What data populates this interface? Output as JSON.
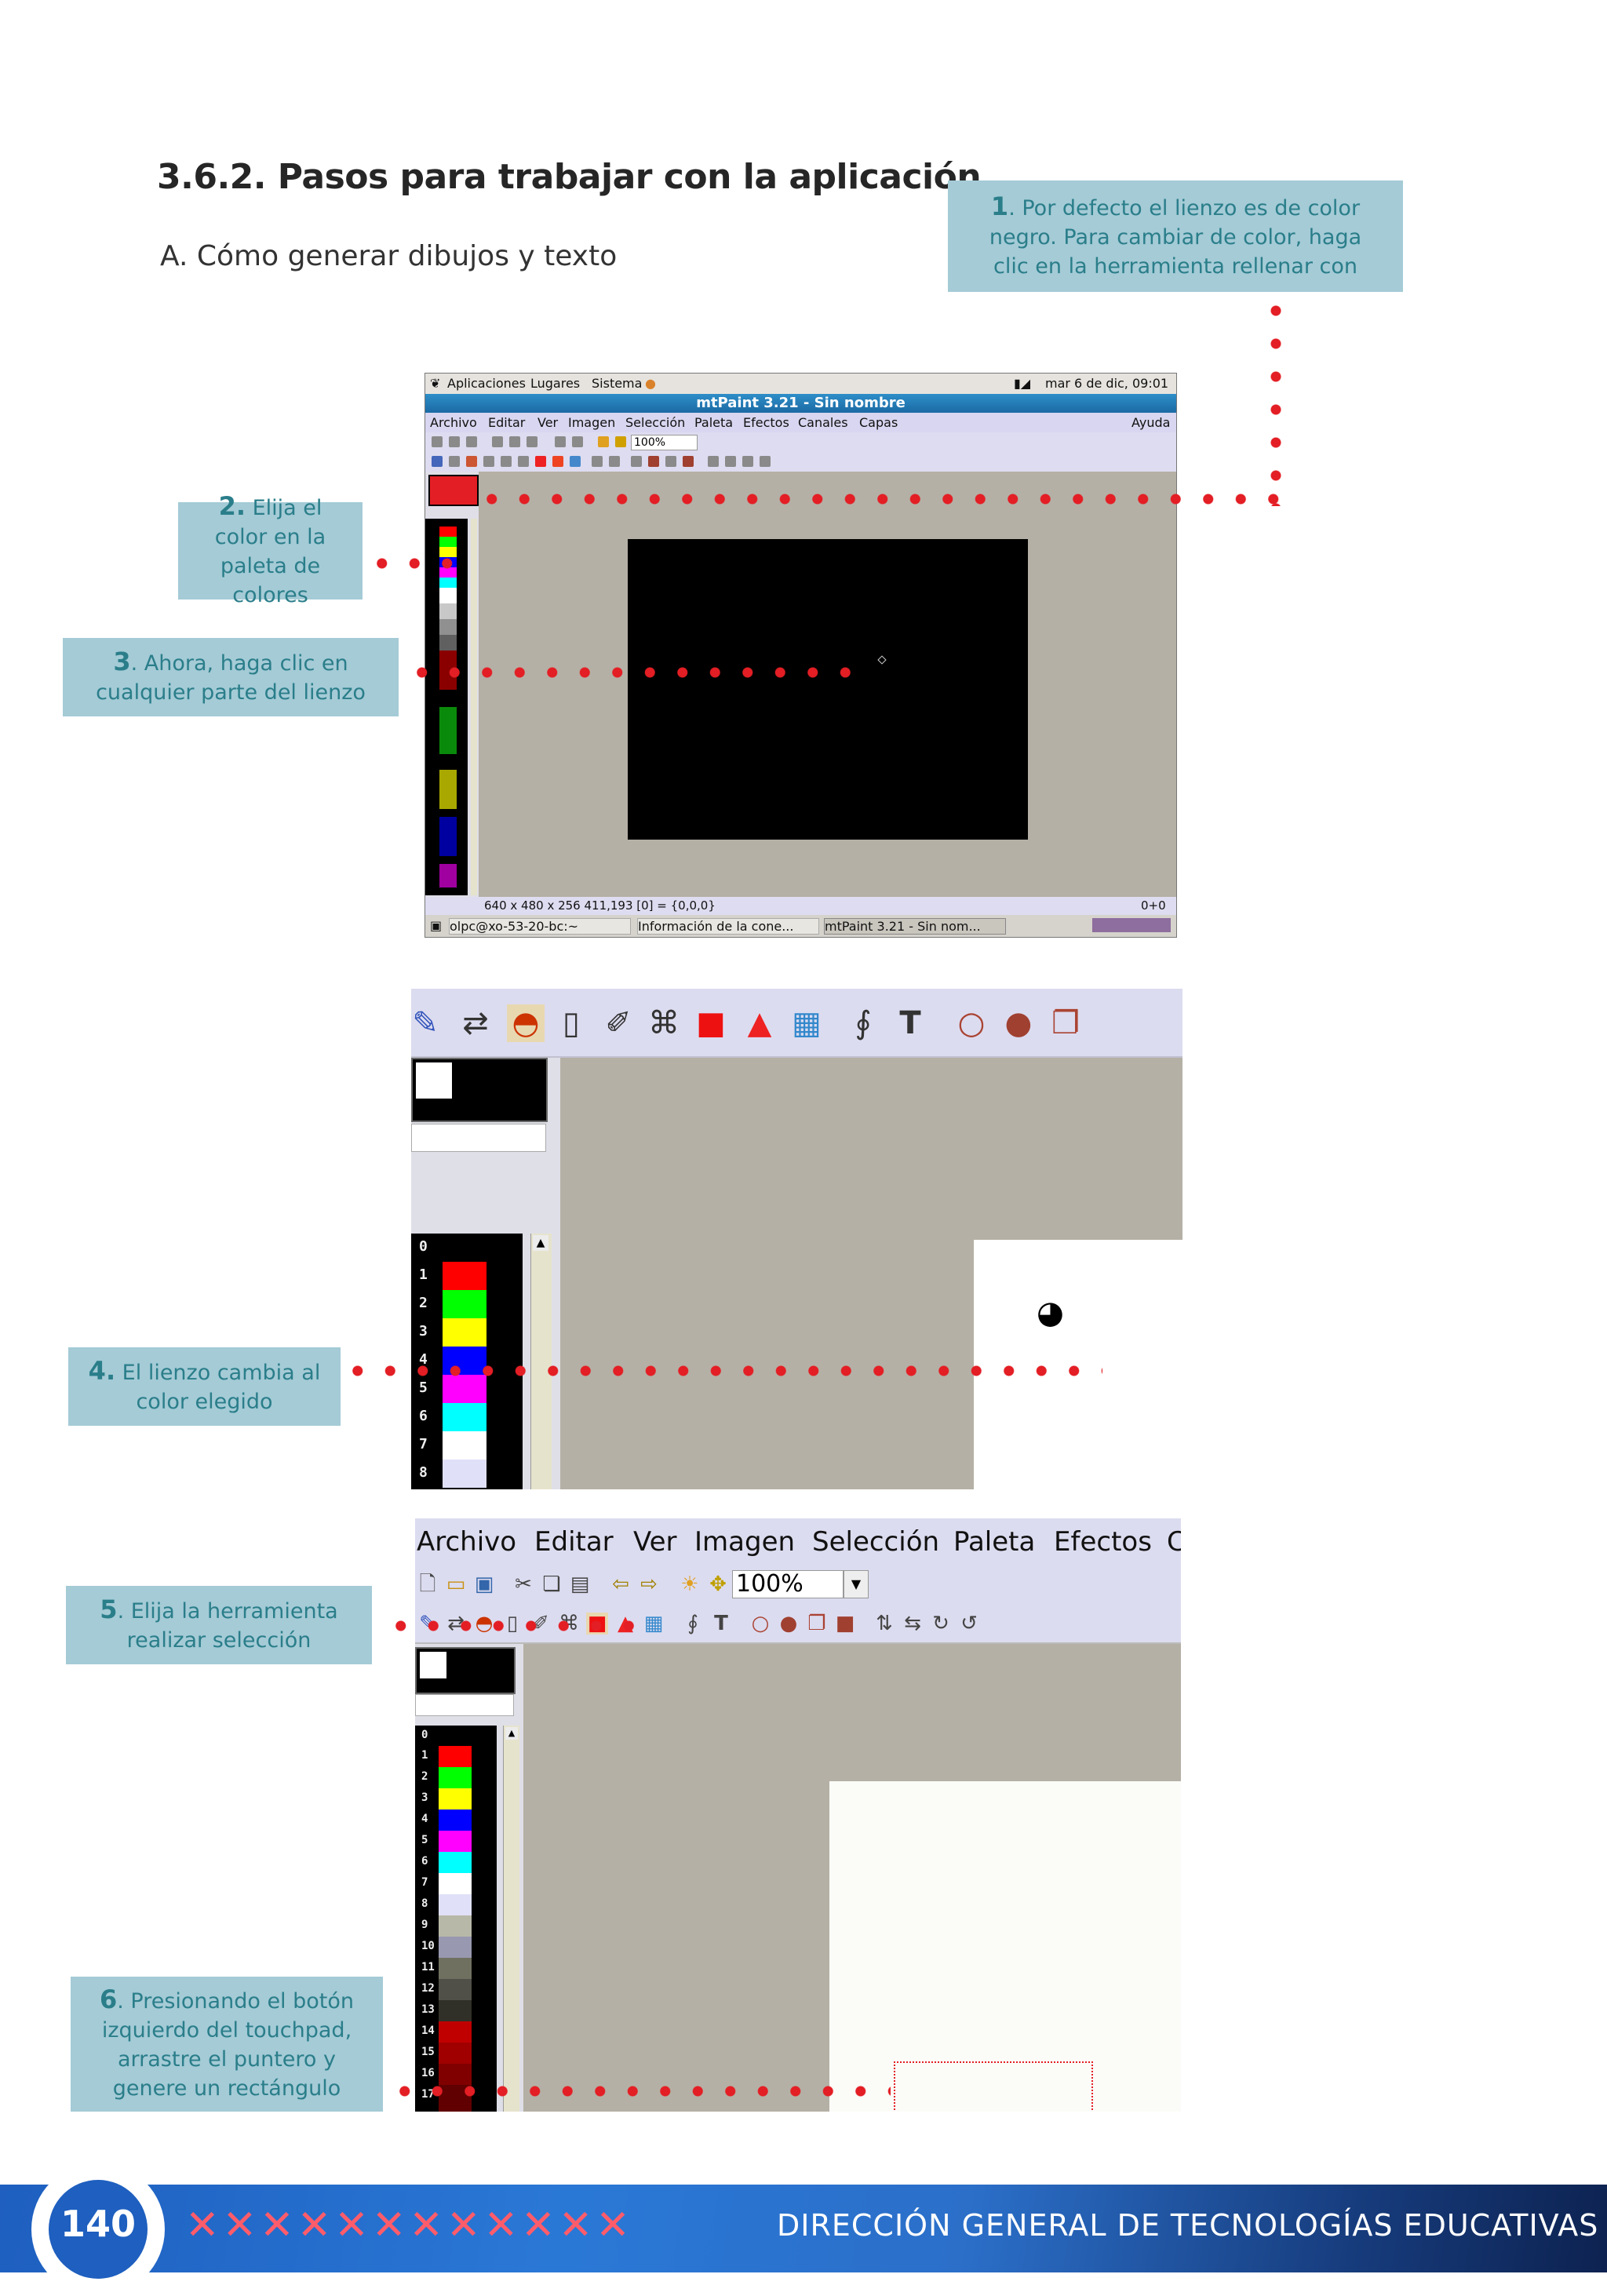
{
  "section": {
    "heading": "3.6.2. Pasos para trabajar con la aplicación",
    "subheading": "A. Cómo generar dibujos y texto"
  },
  "callouts": [
    {
      "num": "1",
      "text": ". Por defecto el lienzo es de color negro. Para cambiar de color, haga clic en la herramienta rellenar con"
    },
    {
      "num": "2.",
      "text": " Elija el color en la paleta de colores"
    },
    {
      "num": "3",
      "text": ". Ahora, haga clic en cualquier parte del lienzo"
    },
    {
      "num": "4.",
      "text": " El lienzo cambia al color elegido"
    },
    {
      "num": "5",
      "text": ". Elija la herramienta realizar selección"
    },
    {
      "num": "6",
      "text": ". Presionando el botón izquierdo del touchpad, arrastre el puntero y genere un rectángulo"
    }
  ],
  "screenshot1": {
    "top_panel": {
      "menus": [
        "Aplicaciones",
        "Lugares",
        "Sistema"
      ],
      "clock": "mar  6 de dic, 09:01"
    },
    "window_title": "mtPaint 3.21 - Sin nombre",
    "menu": [
      "Archivo",
      "Editar",
      "Ver",
      "Imagen",
      "Selección",
      "Paleta",
      "Efectos",
      "Canales",
      "Capas"
    ],
    "help_menu": "Ayuda",
    "zoom": "100%",
    "status_left": "640 x 480 x 256   411,193 [0] = {0,0,0}",
    "status_right": "0+0",
    "taskbar": [
      "olpc@xo-53-20-bc:~",
      "Información de la cone...",
      "mtPaint 3.21 - Sin nom..."
    ]
  },
  "screenshot3": {
    "menu": [
      "Archivo",
      "Editar",
      "Ver",
      "Imagen",
      "Selección",
      "Paleta",
      "Efectos",
      "C"
    ],
    "zoom": "100%"
  },
  "palette_colors": [
    "#000000",
    "#ff0000",
    "#00ff00",
    "#ffff00",
    "#0000ff",
    "#ff00ff",
    "#00ffff",
    "#ffffff",
    "#e0e0f8",
    "#b8b8a8",
    "#9898b0",
    "#707060",
    "#505048",
    "#303028",
    "#c00000",
    "#a00000",
    "#800000",
    "#600000"
  ],
  "footer": {
    "page_number": "140",
    "org": "DIRECCIÓN GENERAL DE TECNOLOGÍAS EDUCATIVAS",
    "figures": "✕✕✕✕✕✕✕✕✕✕✕✕"
  }
}
